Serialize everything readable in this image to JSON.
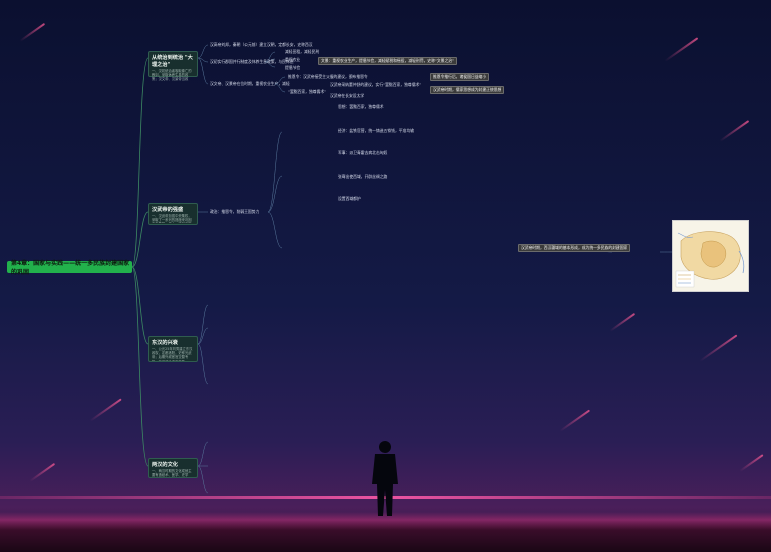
{
  "root": {
    "title": "第4章：国家与实践——统一多民族封建国家的巩固"
  },
  "topics": [
    {
      "id": "t1",
      "title": "从统治到统治 \"大理之治\"",
      "note": "一、汉初统治者吸取秦亡的教训，采取休养生息的政策；汉文帝、汉景帝当政时，继续推行，出现了文景之治。"
    },
    {
      "id": "t2",
      "title": "汉武帝的强盛",
      "note": "一、汉武帝加强中央集权，采取了一系列的措施来巩固中央集权，使大一统局面形成。"
    },
    {
      "id": "t3",
      "title": "东汉的兴衰",
      "note": "一、公元25年刘秀建立东汉政权，定都洛阳，史称光武帝；后期外戚宦官交替专权，东汉政治逐渐衰落。"
    },
    {
      "id": "t4",
      "title": "两汉的文化",
      "note": "一、两汉时期的文化成就主要有造纸术、医学、史学等。"
    }
  ],
  "branches": {
    "t1": [
      "汉高帝刘邦，秦朝（公元前）建立汉朝，定都长安，史称西汉",
      "汉初实行郡国并行制度及休养生息政策，与民休息",
      "汉文帝、汉景帝在位时期，重视农业生产，减轻赋税和徭役，推行“文景之治”"
    ],
    "t1_sub": [
      "减轻田租，减轻民刑",
      "重视农业",
      "提倡节俭"
    ],
    "t1_hl": "文景：重视农业生产，提倡节俭，减轻赋税和徭役，减轻刑罚，史称“文景之治”",
    "t1_leaves": [
      "推恩令：汉武帝接受主父偃的建议，颁布推恩令",
      "“罢黜百家，独尊儒术”",
      "汉武帝采纳董仲舒的建议，实行“罢黜百家，独尊儒术”",
      "汉武帝在长安设太学"
    ],
    "t1_hl2": "推恩令推行后，诸侯国日益缩小",
    "t1_hl3": "汉武帝时期，儒家思想成为封建正统思想",
    "t2_leaves": [
      "政治：推恩令，削弱王国势力",
      "思想：罢黜百家，独尊儒术",
      "经济：盐铁官营，统一铸造五铢钱，平准均输",
      "军事：派卫青霍去病北击匈奴",
      "张骞出使西域，开辟丝绸之路",
      "设置西域都护"
    ],
    "t2_map_caption": "汉武帝时期，西汉疆域的基本形成，成为统一多民族的封建国家"
  },
  "map": {
    "title": "西汉形势图"
  }
}
